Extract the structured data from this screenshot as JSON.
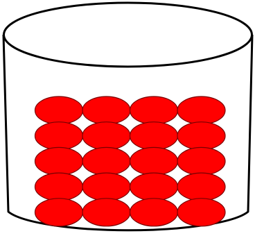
{
  "diagram": {
    "container": {
      "shape": "cylinder",
      "fill": "#ffffff",
      "stroke": "#000000"
    },
    "items": {
      "shape": "ellipse",
      "fill": "#ff0000",
      "stroke": "#7a0000",
      "rows": 5,
      "columns": 4,
      "total": 20
    }
  }
}
